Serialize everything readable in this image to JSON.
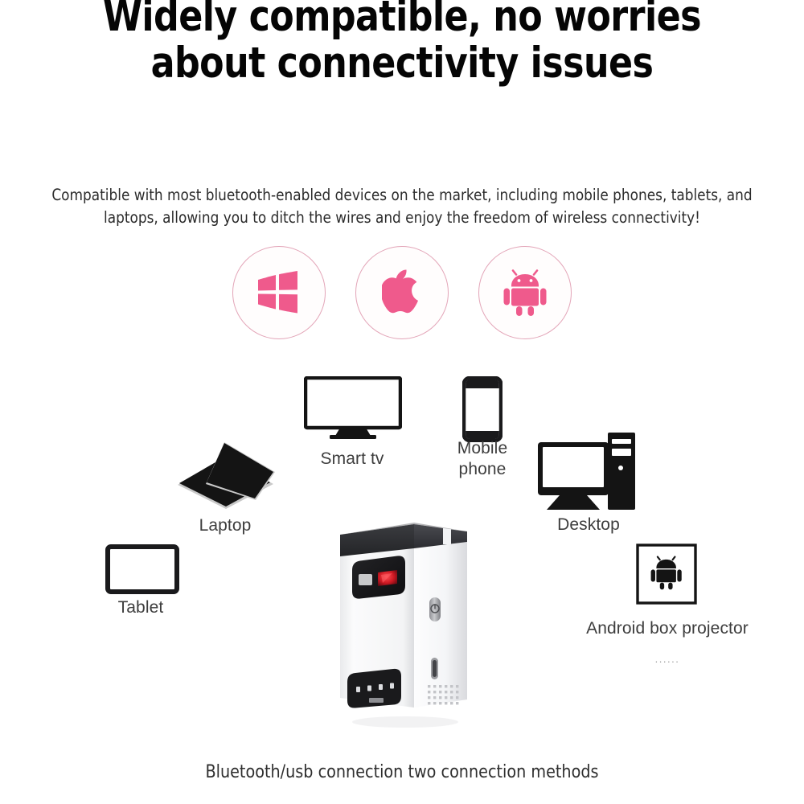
{
  "page": {
    "background_color": "#ffffff",
    "accent_pink": "#ef5a8c",
    "circle_border_color": "#e3a5b8",
    "label_color": "#3d3d3d"
  },
  "heading": {
    "text": "Widely compatible, no worries about connectivity issues"
  },
  "subtitle": {
    "text": "Compatible with most bluetooth-enabled devices on the market, including mobile phones, tablets, and laptops, allowing you to ditch the wires and enjoy the freedom of wireless connectivity!"
  },
  "os_badges": [
    {
      "name": "windows",
      "icon": "windows-logo-icon",
      "color": "#ef5a8c"
    },
    {
      "name": "apple",
      "icon": "apple-logo-icon",
      "color": "#ef5a8c"
    },
    {
      "name": "android",
      "icon": "android-logo-icon",
      "color": "#ef5a8c"
    }
  ],
  "devices": [
    {
      "id": "smart-tv",
      "label": "Smart tv",
      "icon": "monitor-icon"
    },
    {
      "id": "mobile-phone",
      "label": "Mobile\nphone",
      "icon": "smartphone-icon"
    },
    {
      "id": "desktop",
      "label": "Desktop",
      "icon": "desktop-computer-icon"
    },
    {
      "id": "laptop",
      "label": "Laptop",
      "icon": "laptop-icon"
    },
    {
      "id": "tablet",
      "label": "Tablet",
      "icon": "tablet-icon"
    },
    {
      "id": "android-box-projector",
      "label": "Android box projector",
      "icon": "android-box-icon"
    }
  ],
  "android_box_dots": "......",
  "product": {
    "name": "portable-projector",
    "body_color": "#fdfdfd",
    "top_panel_color": "#2f3033",
    "lens_panel_color": "#1b1b1d",
    "lens_accent_color": "#d81f2a"
  },
  "caption": {
    "text": "Bluetooth/usb connection two connection methods"
  }
}
